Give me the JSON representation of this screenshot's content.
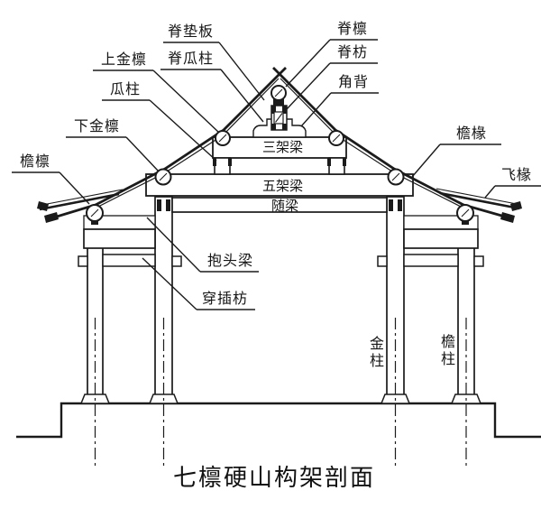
{
  "caption": "七檩硬山构架剖面",
  "colors": {
    "ink": "#1b1b1b",
    "paper": "#ffffff"
  },
  "labels": {
    "ridge_board": "脊垫板",
    "ridge_purlin": "脊檩",
    "upper_gold_purlin": "上金檩",
    "ridge_post": "脊瓜柱",
    "ridge_tie": "脊枋",
    "melon_post": "瓜柱",
    "corner_back": "角背",
    "lower_gold_purlin": "下金檩",
    "three_purlin_beam": "三架梁",
    "eave_rafter": "檐椽",
    "eave_purlin": "檐檩",
    "five_purlin_beam": "五架梁",
    "flying_rafter": "飞椽",
    "follow_beam": "随梁",
    "head_beam": "抱头梁",
    "through_tie": "穿插枋",
    "gold_column": "金柱",
    "eave_column": "檐柱"
  }
}
